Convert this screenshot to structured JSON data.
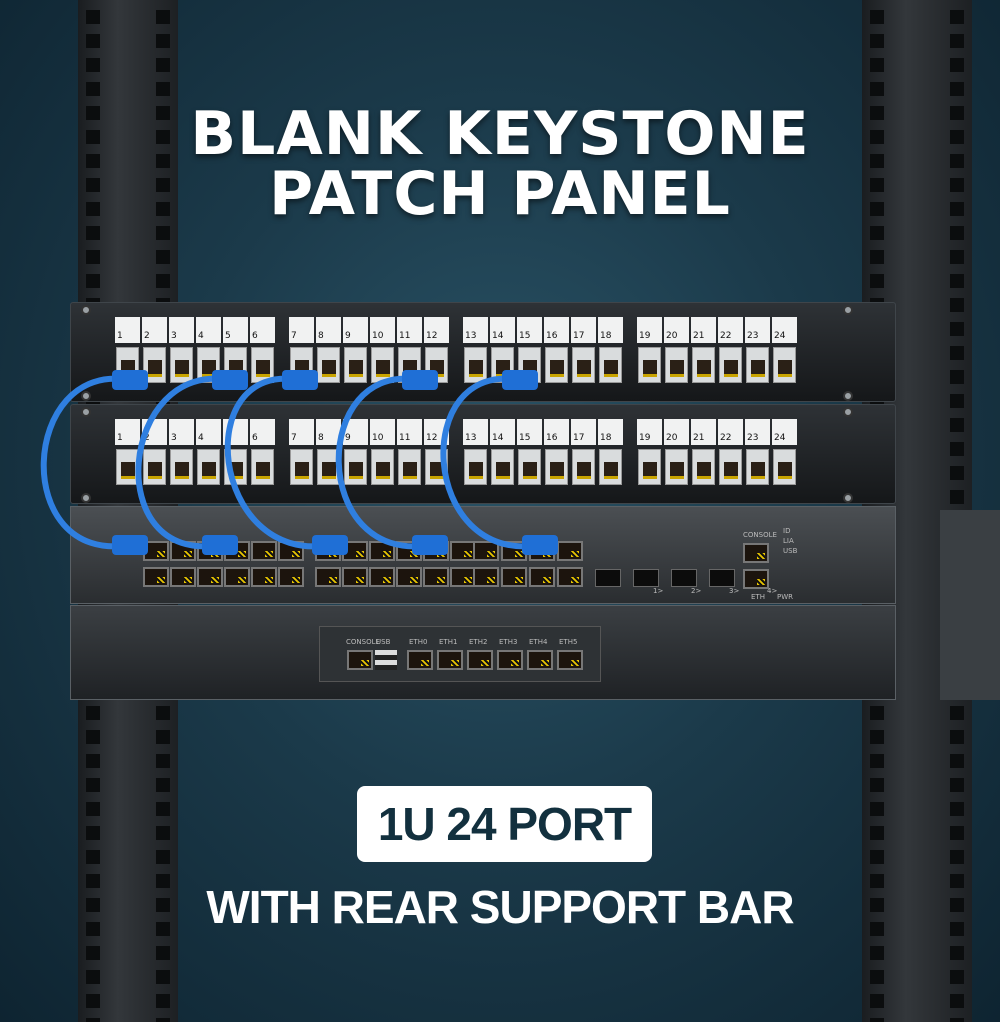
{
  "headline": {
    "line1": "BLANK KEYSTONE",
    "line2": "PATCH PANEL"
  },
  "badge": "1U 24 PORT",
  "subheadline": "WITH REAR SUPPORT BAR",
  "port_numbers": [
    "1",
    "2",
    "3",
    "4",
    "5",
    "6",
    "7",
    "8",
    "9",
    "10",
    "11",
    "12",
    "13",
    "14",
    "15",
    "16",
    "17",
    "18",
    "19",
    "20",
    "21",
    "22",
    "23",
    "24"
  ],
  "switch": {
    "console": "CONSOLE",
    "leds": [
      "ID",
      "LIA",
      "USB"
    ],
    "eth": "ETH",
    "pwr": "PWR",
    "sfp": [
      "1>",
      "2>",
      "3>",
      "4>"
    ]
  },
  "firewall": {
    "console": "CONSOLE",
    "usb": "USB",
    "ports": [
      "ETH0",
      "ETH1",
      "ETH2",
      "ETH3",
      "ETH4",
      "ETH5"
    ]
  },
  "colors": {
    "background": "#1b3a4a",
    "cable": "#2f7fe0",
    "badge_text": "#12303e"
  }
}
